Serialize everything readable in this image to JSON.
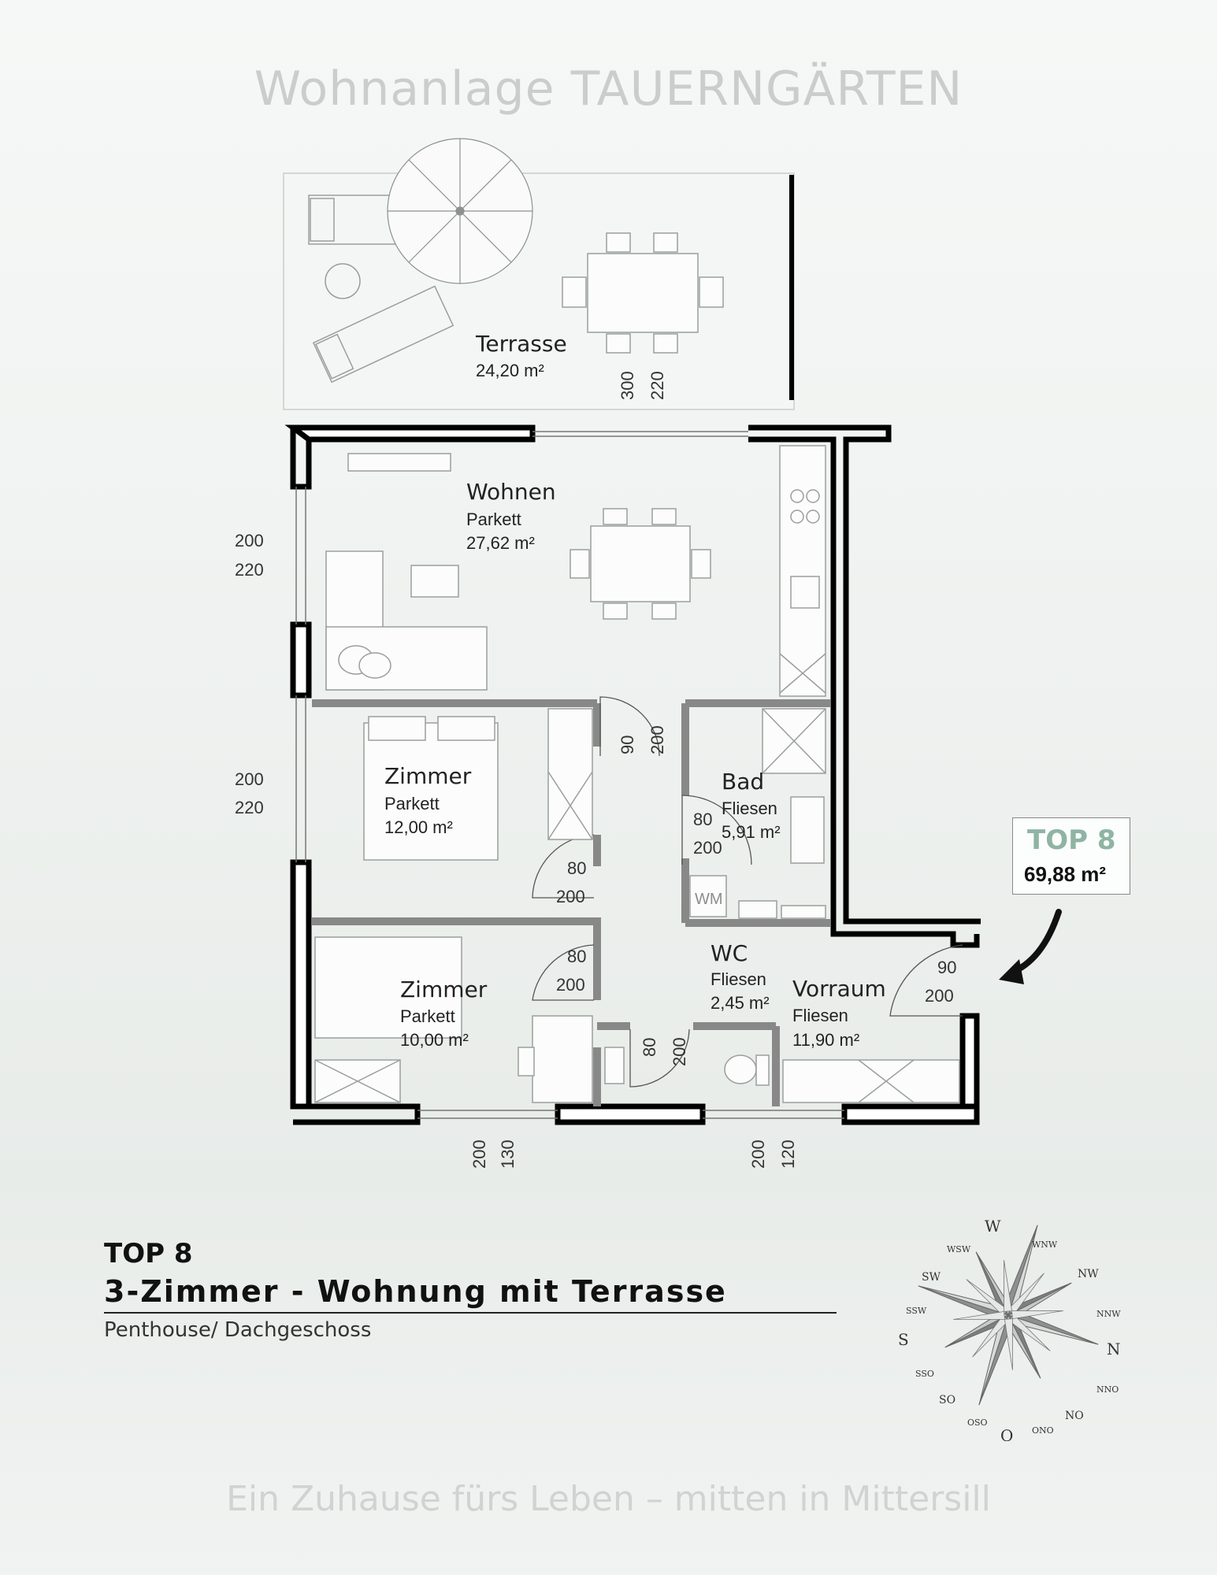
{
  "header": {
    "title": "Wohnanlage TAUERNGÄRTEN"
  },
  "rooms": {
    "terrasse": {
      "name": "Terrasse",
      "area": "24,20 m²"
    },
    "wohnen": {
      "name": "Wohnen",
      "floor": "Parkett",
      "area": "27,62 m²"
    },
    "zimmer1": {
      "name": "Zimmer",
      "floor": "Parkett",
      "area": "12,00 m²"
    },
    "zimmer2": {
      "name": "Zimmer",
      "floor": "Parkett",
      "area": "10,00 m²"
    },
    "bad": {
      "name": "Bad",
      "floor": "Fliesen",
      "area": "5,91 m²"
    },
    "wc": {
      "name": "WC",
      "floor": "Fliesen",
      "area": "2,45 m²"
    },
    "vorraum": {
      "name": "Vorraum",
      "floor": "Fliesen",
      "area": "11,90 m²"
    }
  },
  "fixtures": {
    "washing_machine": "WM"
  },
  "dimensions": {
    "terrace_door": [
      "300",
      "220"
    ],
    "west_window_top": [
      "200",
      "220"
    ],
    "west_window_mid": [
      "200",
      "220"
    ],
    "door_wohnen_flur": [
      "90",
      "200"
    ],
    "door_bad": [
      "80",
      "200"
    ],
    "door_zimmer1": [
      "80",
      "200"
    ],
    "door_zimmer2": [
      "80",
      "200"
    ],
    "door_wc": [
      "80",
      "200"
    ],
    "door_entry": [
      "90",
      "200"
    ],
    "south_window_left": [
      "200",
      "130"
    ],
    "south_window_right": [
      "200",
      "120"
    ]
  },
  "top_badge": {
    "label": "TOP 8",
    "area": "69,88 m²"
  },
  "unit": {
    "id": "TOP 8",
    "type": "3-Zimmer - Wohnung mit Terrasse",
    "floor": "Penthouse/ Dachgeschoss"
  },
  "compass": {
    "N": "N",
    "NNO": "NNO",
    "NO": "NO",
    "ONO": "ONO",
    "O": "O",
    "OSO": "OSO",
    "SO": "SO",
    "SSO": "SSO",
    "S": "S",
    "SSW": "SSW",
    "SW": "SW",
    "WSW": "WSW",
    "W": "W",
    "WNW": "WNW",
    "NW": "NW",
    "NNW": "NNW"
  },
  "footer": {
    "slogan": "Ein Zuhause fürs Leben – mitten in Mittersill"
  },
  "colors": {
    "wall": "#111111",
    "accent": "#8fb4a3",
    "light_text": "#c9cdcb"
  }
}
